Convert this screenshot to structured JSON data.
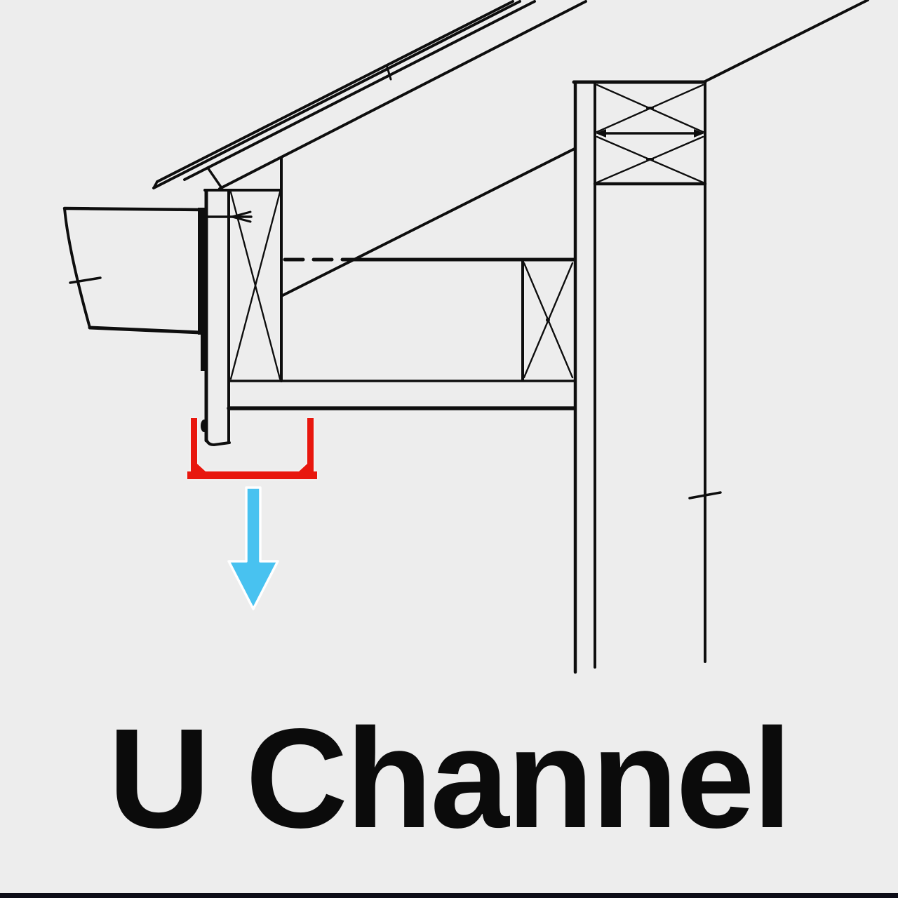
{
  "page": {
    "background_color": "#ededed",
    "bottom_bar_color": "#0d0d17"
  },
  "caption": {
    "title": "U Channel",
    "color": "#0b0b0b"
  },
  "diagram": {
    "type": "construction-section-detail",
    "subject": "Roof eave and soffit section detail at exterior wall, with gutter, fascia, cross-hatched blocking, double top plates and U channel receiver location below the fascia",
    "ink_color": "#0e0e0e",
    "u_channel_highlight": {
      "label": "U channel location marker",
      "color": "#e8170e"
    },
    "down_arrow": {
      "label": "direction indicator",
      "direction": "down",
      "color": "#48c2f0"
    }
  }
}
